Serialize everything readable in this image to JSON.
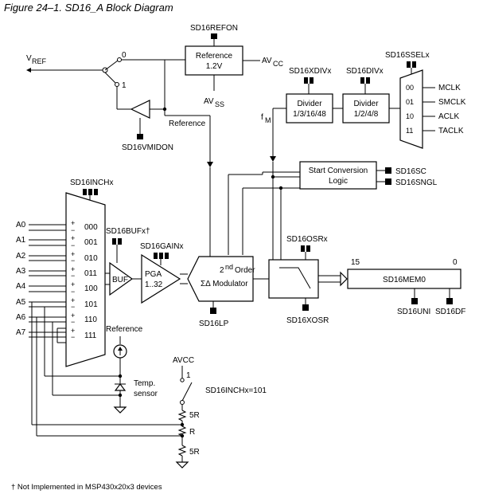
{
  "caption": "Figure 24–1.  SD16_A Block Diagram",
  "reference": {
    "control": "SD16REFON",
    "line1": "Reference",
    "line2": "1.2V",
    "avcc": "AV",
    "avcc_sub": "CC",
    "avss": "AV",
    "avss_sub": "SS",
    "vref": "V",
    "vref_sub": "REF",
    "switch_0": "0",
    "switch_1": "1",
    "ref_out": "Reference",
    "buffer_ctrl": "SD16VMIDON"
  },
  "clock": {
    "xdiv_ctrl": "SD16XDIVx",
    "div_ctrl": "SD16DIVx",
    "ssel_ctrl": "SD16SSELx",
    "divider1_title": "Divider",
    "divider1_values": "1/3/16/48",
    "divider2_title": "Divider",
    "divider2_values": "1/2/4/8",
    "mux_codes": [
      "00",
      "01",
      "10",
      "11"
    ],
    "sources": [
      "MCLK",
      "SMCLK",
      "ACLK",
      "TACLK"
    ],
    "fm_label": "f",
    "fm_sub": "M"
  },
  "conversion": {
    "title_line1": "Start Conversion",
    "title_line2": "Logic",
    "inputs": [
      "SD16SC",
      "SD16SNGL"
    ]
  },
  "input_mux": {
    "control": "SD16INCHx",
    "inputs": [
      "A0",
      "A1",
      "A2",
      "A3",
      "A4",
      "A5",
      "A6",
      "A7"
    ],
    "codes": [
      "000",
      "001",
      "010",
      "011",
      "100",
      "101",
      "110",
      "111"
    ],
    "plus": "+",
    "minus": "−"
  },
  "buffer": {
    "control": "SD16BUFx†",
    "label": "BUF"
  },
  "pga": {
    "control": "SD16GAINx",
    "label": "PGA",
    "range": "1..32"
  },
  "modulator": {
    "order_num": "2",
    "order_sup": "nd",
    "order_word": "Order",
    "line2": "ΣΔ Modulator",
    "lp_ctrl": "SD16LP"
  },
  "filter": {
    "osr_ctrl": "SD16OSRx",
    "xosr_ctrl": "SD16XOSR"
  },
  "memory": {
    "label": "SD16MEM0",
    "msb": "15",
    "lsb": "0",
    "controls": [
      "SD16UNI",
      "SD16DF"
    ]
  },
  "temp": {
    "ref_label": "Reference",
    "sensor_line1": "Temp.",
    "sensor_line2": "sensor",
    "avcc": "AVCC",
    "switch_1": "1",
    "switch_cond": "SD16INCHx=101",
    "r1": "5R",
    "r2": "R",
    "r3": "5R"
  },
  "footnote": "† Not Implemented in MSP430x20x3 devices"
}
